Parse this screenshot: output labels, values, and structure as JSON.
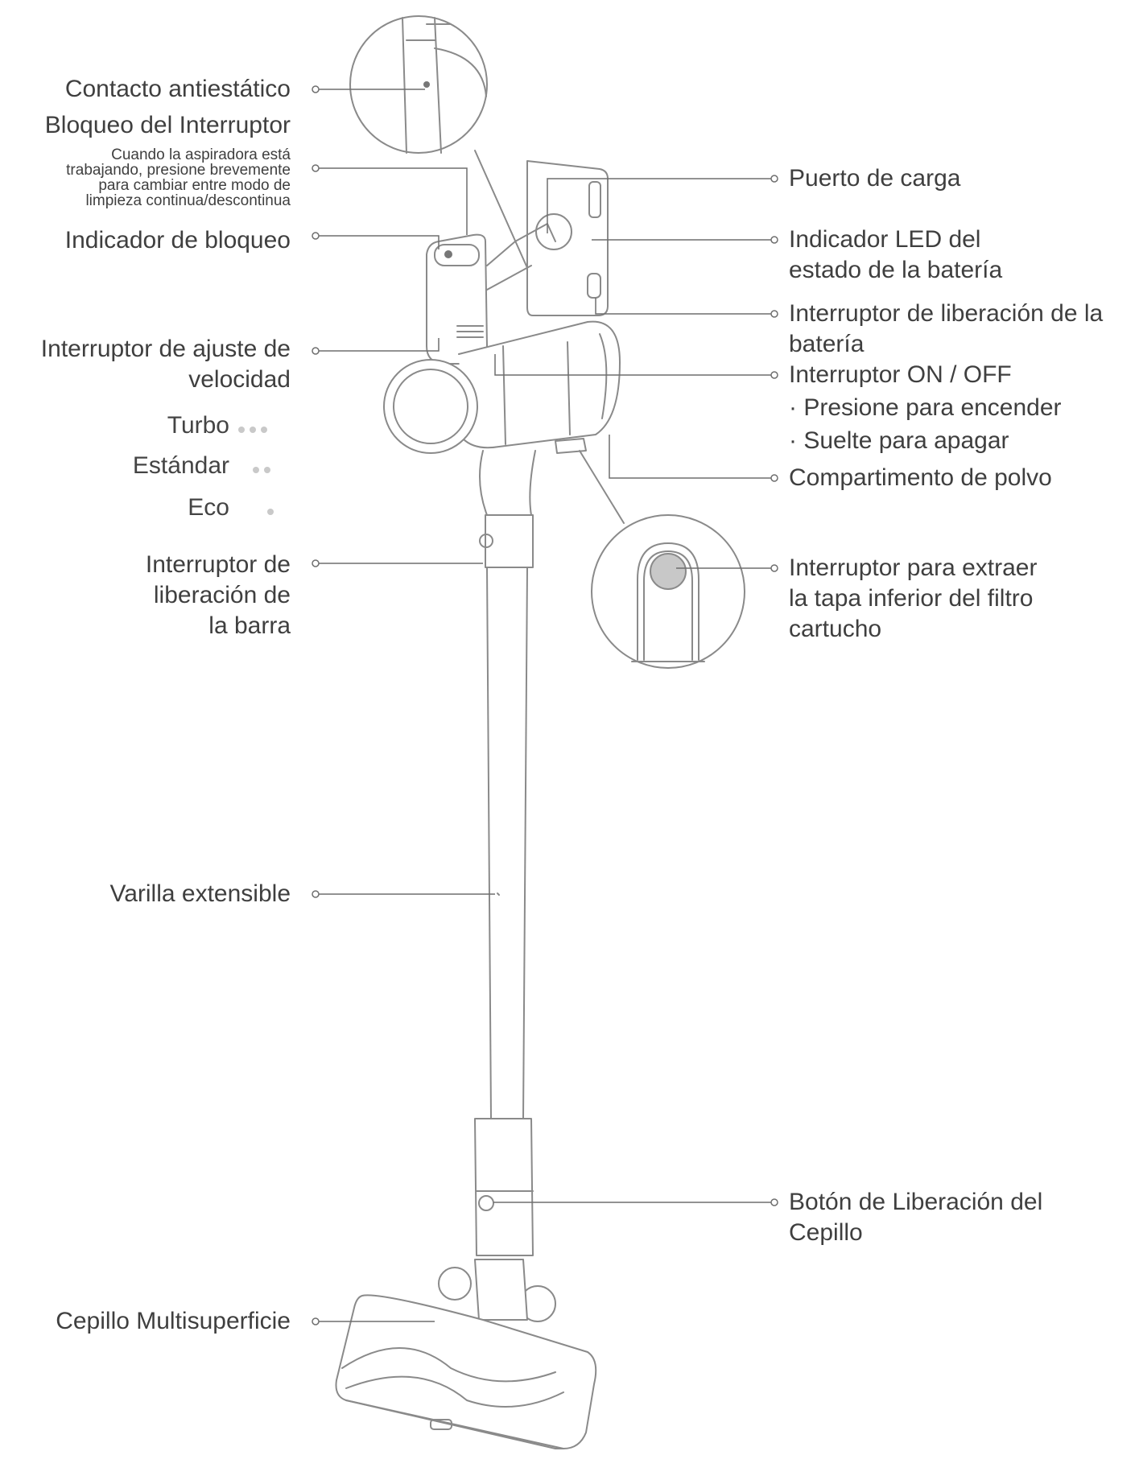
{
  "labels_left": {
    "antistatic": "Contacto antiestático",
    "switch_lock": "Bloqueo del Interruptor",
    "switch_lock_note": [
      "Cuando la aspiradora está",
      "trabajando, presione brevemente",
      "para cambiar entre modo de",
      "limpieza continua/descontinua"
    ],
    "lock_indicator": "Indicador de bloqueo",
    "speed_switch": [
      "Interruptor de ajuste de",
      "velocidad"
    ],
    "modes": [
      {
        "name": "Turbo",
        "dots": 3
      },
      {
        "name": "Estándar",
        "dots": 2
      },
      {
        "name": "Eco",
        "dots": 1
      }
    ],
    "bar_release": [
      "Interruptor de",
      "liberación de",
      "la barra"
    ],
    "extension_rod": "Varilla extensible",
    "multisurface_brush": "Cepillo Multisuperficie"
  },
  "labels_right": {
    "charging_port": "Puerto de carga",
    "battery_led": [
      "Indicador LED del",
      "estado de la batería"
    ],
    "battery_release": [
      "Interruptor de liberación de la",
      "batería"
    ],
    "power_switch": "Interruptor ON / OFF",
    "power_on": "· Presione para encender",
    "power_off": "· Suelte para apagar",
    "dust_bin": "Compartimento de polvo",
    "filter_cover": [
      "Interruptor para extraer",
      "la tapa inferior del filtro",
      "cartucho"
    ],
    "brush_release": [
      "Botón de Liberación del",
      "Cepillo"
    ]
  },
  "colors": {
    "text": "#3f3f3f",
    "line": "#6e6e6e",
    "mode_dot": "#c9c9c9",
    "highlight_button": "#c8c8c8"
  }
}
